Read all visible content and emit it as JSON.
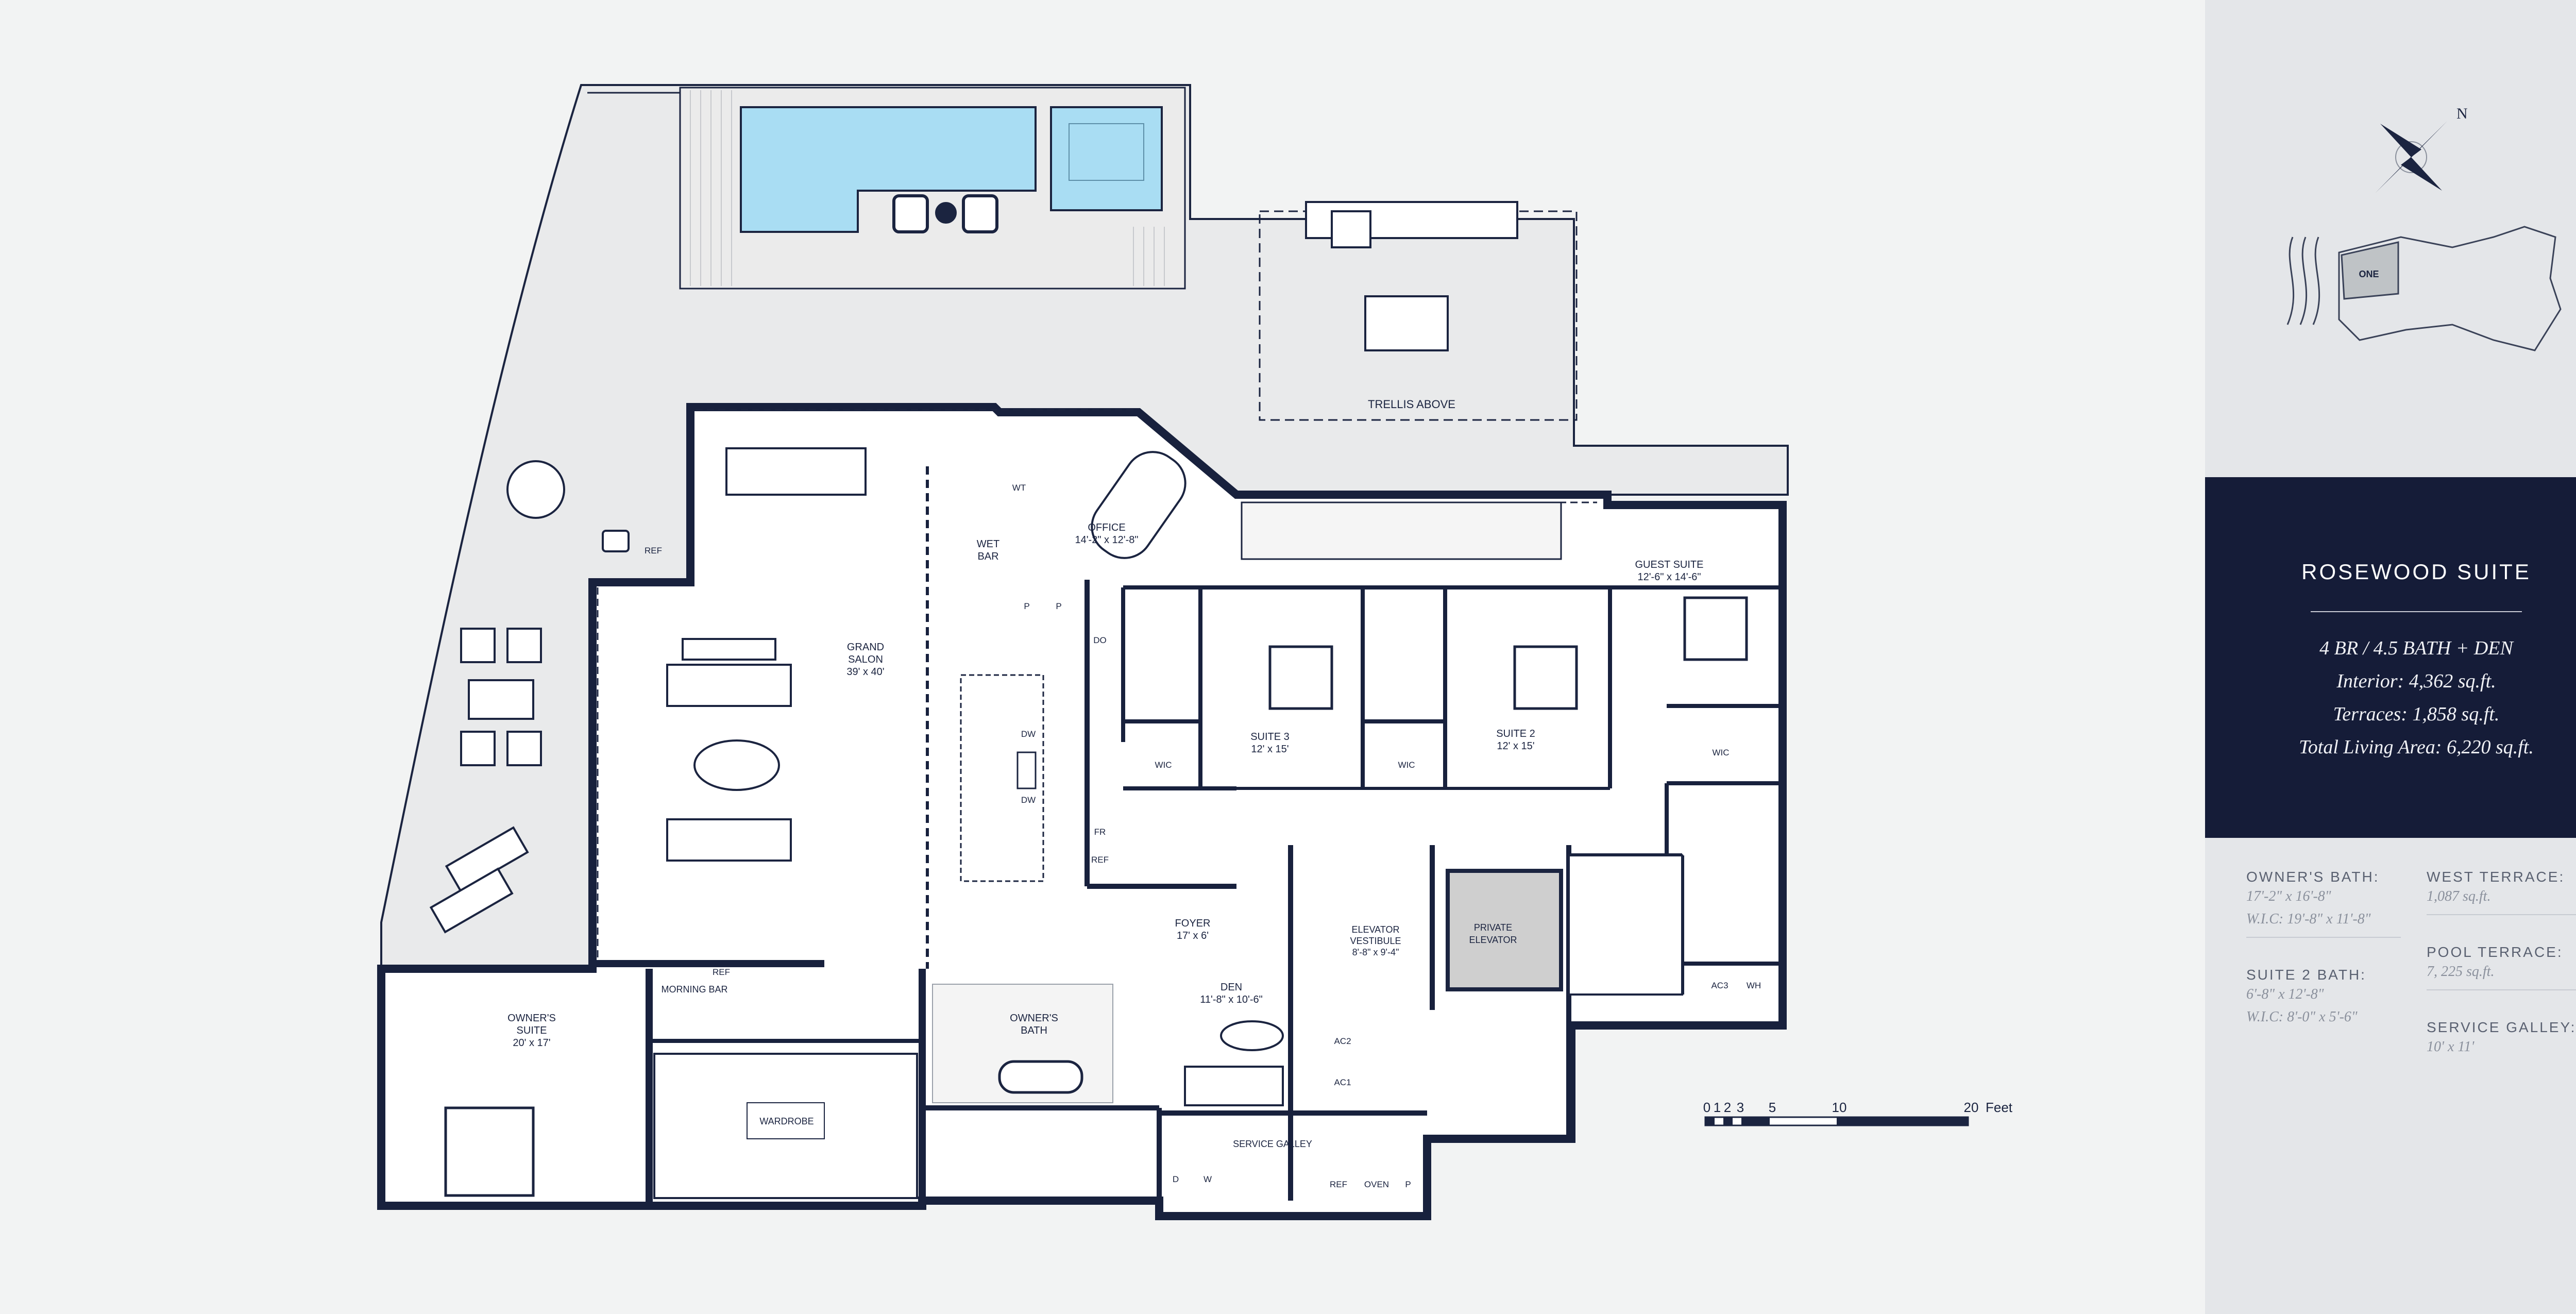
{
  "rooms": {
    "grand_salon": {
      "name": "GRAND\nSALON",
      "l1": "GRAND",
      "l2": "SALON",
      "dim": "39' x 40'"
    },
    "office": {
      "name": "OFFICE",
      "dim": "14'-2\" x 12'-8\""
    },
    "wet_bar": {
      "l1": "WET",
      "l2": "BAR"
    },
    "suite3": {
      "name": "SUITE 3",
      "dim": "12' x 15'"
    },
    "suite2": {
      "name": "SUITE 2",
      "dim": "12' x 15'"
    },
    "guest_suite": {
      "name": "GUEST SUITE",
      "dim": "12'-6\" x 14'-6\""
    },
    "owners_suite": {
      "l1": "OWNER'S",
      "l2": "SUITE",
      "dim": "20' x 17'"
    },
    "owners_bath": {
      "l1": "OWNER'S",
      "l2": "BATH"
    },
    "foyer": {
      "name": "FOYER",
      "dim": "17' x 6'"
    },
    "den": {
      "name": "DEN",
      "dim": "11'-8\" x 10'-6\""
    },
    "elevator_vestibule": {
      "l1": "ELEVATOR",
      "l2": "VESTIBULE",
      "dim": "8'-8\" x 9'-4\""
    },
    "private_elevator": {
      "l1": "PRIVATE",
      "l2": "ELEVATOR"
    },
    "morning_bar": {
      "name": "MORNING BAR"
    },
    "wardrobe": {
      "name": "WARDROBE"
    },
    "service_galley": {
      "name": "SERVICE GALLEY"
    },
    "trellis": {
      "name": "TRELLIS ABOVE"
    }
  },
  "fixtures": {
    "wt": "WT",
    "p": "P",
    "do": "DO",
    "dw": "DW",
    "fr": "FR",
    "ref": "REF",
    "wic": "WIC",
    "ac1": "AC1",
    "ac2": "AC2",
    "ac3": "AC3",
    "wh": "WH",
    "d": "D",
    "w": "W",
    "oven": "OVEN"
  },
  "scale": {
    "ticks": [
      "0",
      "1",
      "2",
      "3",
      "5",
      "10",
      "20"
    ],
    "unit": "Feet"
  },
  "compass": {
    "north": "N"
  },
  "key_plan": {
    "label": "ONE"
  },
  "suite": {
    "name": "ROSEWOOD SUITE",
    "beds_baths": "4 BR / 4.5 BATH + DEN",
    "interior": "Interior: 4,362 sq.ft.",
    "terraces": "Terraces: 1,858 sq.ft.",
    "total": "Total Living Area: 6,220 sq.ft."
  },
  "stats": {
    "owners_bath": {
      "label": "OWNER'S BATH:",
      "v1": "17'-2\" x 16'-8\"",
      "v2": "W.I.C: 19'-8\" x 11'-8\""
    },
    "suite2_bath": {
      "label": "SUITE 2 BATH:",
      "v1": "6'-8\" x 12'-8\"",
      "v2": "W.I.C: 8'-0\" x 5'-6\""
    },
    "west_terrace": {
      "label": "WEST TERRACE:",
      "v1": "1,087 sq.ft."
    },
    "pool_terrace": {
      "label": "POOL TERRACE:",
      "v1": "7, 225 sq.ft."
    },
    "service_galley": {
      "label": "SERVICE GALLEY:",
      "v1": "10' x 11'"
    }
  },
  "colors": {
    "navy": "#151c38",
    "wall": "#18213d",
    "pool": "#a9ddf3",
    "panel": "#e4e6e9"
  }
}
